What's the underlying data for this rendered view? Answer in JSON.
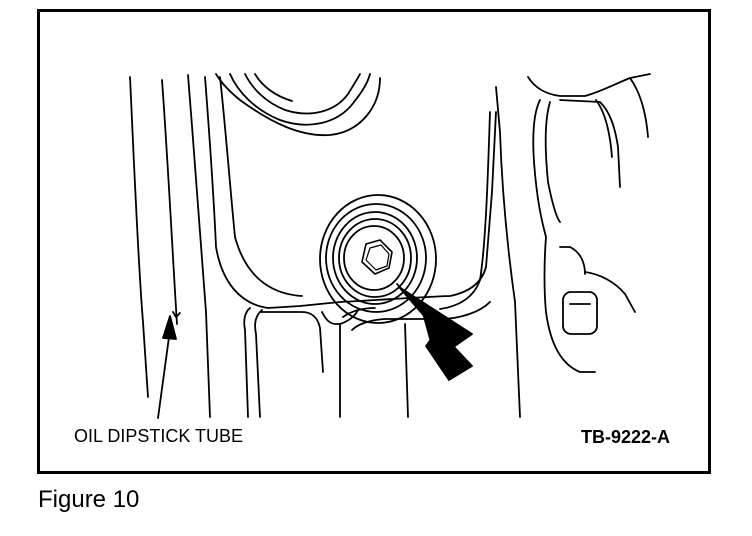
{
  "figure": {
    "callout_label": "OIL DIPSTICK TUBE",
    "code": "TB-9222-A",
    "caption": "Figure 10"
  },
  "colors": {
    "line": "#000000",
    "background": "#ffffff"
  }
}
